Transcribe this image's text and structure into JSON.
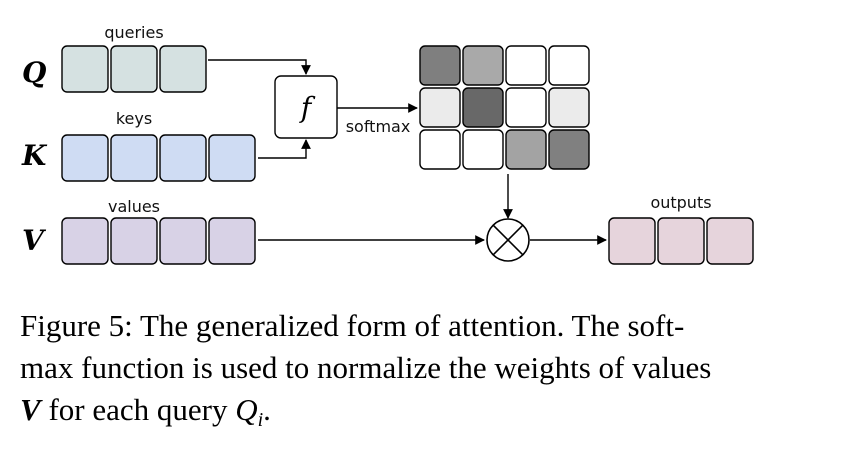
{
  "diagram": {
    "labels": {
      "queries": "queries",
      "keys": "keys",
      "values": "values",
      "outputs": "outputs",
      "softmax": "softmax",
      "f": "f"
    },
    "row_symbols": {
      "q": "Q",
      "k": "K",
      "v": "V"
    },
    "colors": {
      "query_fill": "#d5e1e1",
      "key_fill": "#cfdcf3",
      "value_fill": "#d8d2e6",
      "output_fill": "#e6d4dc",
      "stroke": "#000000"
    },
    "counts": {
      "queries": 3,
      "keys": 4,
      "values": 4,
      "outputs": 3
    },
    "weight_matrix": [
      [
        "#7f7f7f",
        "#a9a9a9",
        "#ffffff",
        "#ffffff"
      ],
      [
        "#ebebeb",
        "#686868",
        "#ffffff",
        "#ebebeb"
      ],
      [
        "#ffffff",
        "#ffffff",
        "#a3a3a3",
        "#808080"
      ]
    ],
    "operator": "multiply-circle"
  },
  "caption": {
    "line1": "Figure 5: The generalized form of attention. The soft-",
    "line2": "max function is used to normalize the weights of values",
    "line3_symbol": "V",
    "line3_text": " for each query ",
    "line3_query": "Q",
    "line3_sub": "i",
    "line3_end": "."
  }
}
